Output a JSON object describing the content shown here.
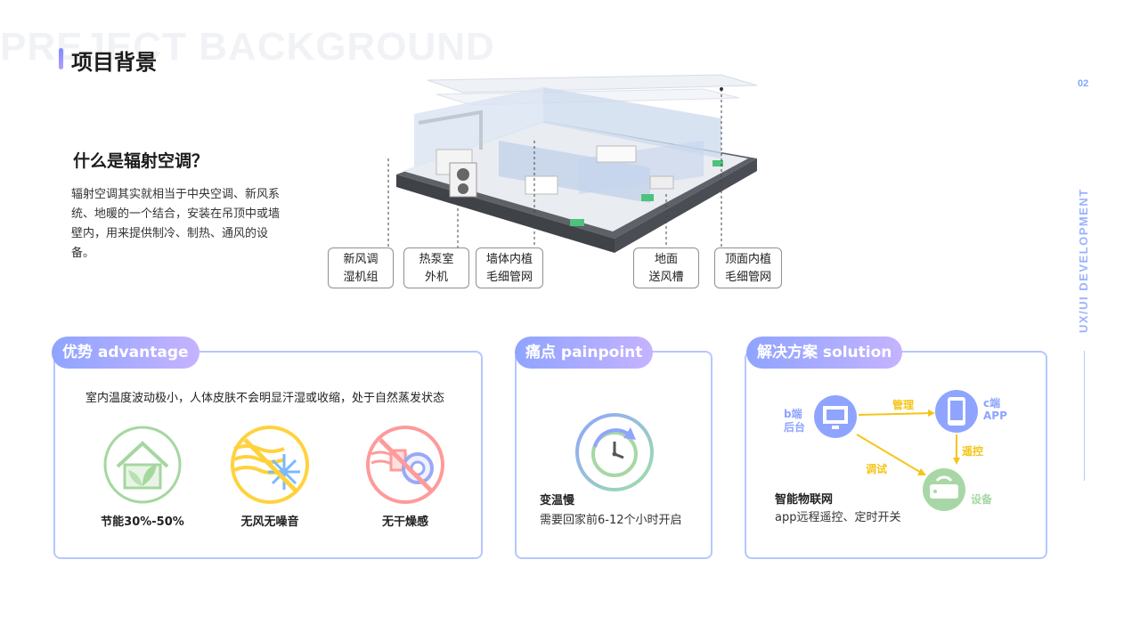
{
  "header": {
    "bg_word": "PREJECT  BACKGROUND",
    "title": "项目背景"
  },
  "side": {
    "page_number": "02",
    "vertical_label": "UX/UI DEVELOPMENT"
  },
  "intro": {
    "question": "什么是辐射空调？",
    "body": "辐射空调其实就相当于中央空调、新风系统、地暖的一个结合，安装在吊顶中或墙壁内，用来提供制冷、制热、通风的设备。"
  },
  "building_labels": [
    {
      "line1": "新风调",
      "line2": "湿机组"
    },
    {
      "line1": "热泵室",
      "line2": "外机"
    },
    {
      "line1": "墙体内植",
      "line2": "毛细管网"
    },
    {
      "line1": "地面",
      "line2": "送风槽"
    },
    {
      "line1": "顶面内植",
      "line2": "毛细管网"
    }
  ],
  "advantage": {
    "heading": "优势 advantage",
    "text": "室内温度波动极小，人体皮肤不会明显汗湿或收缩，处于自然蒸发状态",
    "items": [
      {
        "caption": "节能30%-50%",
        "icon": "eco-house-icon",
        "color": "#9fd49a"
      },
      {
        "caption": "无风无噪音",
        "icon": "no-wind-icon",
        "color": "#ffd24a"
      },
      {
        "caption": "无干燥感",
        "icon": "no-dry-icon",
        "color": "#ff9c9c"
      }
    ]
  },
  "painpoint": {
    "heading": "痛点 painpoint",
    "title": "变温慢",
    "text": "需要回家前6-12个小时开启",
    "icon": "clock-refresh-icon"
  },
  "solution": {
    "heading": "解决方案 solution",
    "title": "智能物联网",
    "text": "app远程遥控、定时开关",
    "nodes": {
      "backend_line1": "b端",
      "backend_line2": "后台",
      "app_line1": "c端",
      "app_line2": "APP",
      "device": "设备"
    },
    "edges": {
      "manage": "管理",
      "remote": "遥控",
      "debug": "调试"
    }
  },
  "colors": {
    "accent": "#9ab2ff",
    "heading_gradient_start": "#8fa4ff",
    "heading_gradient_end": "#c5b3ff",
    "arrow": "#f5c518"
  }
}
